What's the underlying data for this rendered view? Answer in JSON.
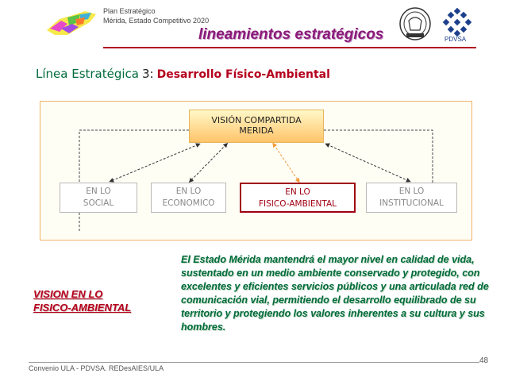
{
  "header": {
    "plan_line1": "Plan Estratégico",
    "plan_line2": "Mérida, Estado Competitivo 2020",
    "section_title": "lineamientos estratégicos",
    "pdvsa_label": "PDVSA"
  },
  "strategic_line": {
    "prefix": "Línea Estratégica",
    "number": "3:",
    "name": "Desarrollo Físico-Ambiental"
  },
  "diagram": {
    "vision_line1": "VISIÓN COMPARTIDA",
    "vision_line2": "MERIDA",
    "pillars": [
      {
        "line1": "EN LO",
        "line2": "SOCIAL"
      },
      {
        "line1": "EN LO",
        "line2": "ECONOMICO"
      },
      {
        "line1": "EN LO",
        "line2": "FISICO-AMBIENTAL"
      },
      {
        "line1": "EN LO",
        "line2": "INSTITUCIONAL"
      }
    ]
  },
  "vision": {
    "label_line1": "VISION EN LO",
    "label_line2": "FISICO-AMBIENTAL",
    "text": "El Estado Mérida mantendrá el mayor nivel en calidad de vida, sustentado en un medio ambiente conservado y protegido, con excelentes y eficientes servicios públicos  y una articulada red de comunicación  vial, permitiendo el desarrollo equilibrado de su territorio y protegiendo los valores inherentes a su cultura y sus hombres."
  },
  "footer": {
    "credit": "Convenio ULA - PDVSA.  REDesAIES/ULA",
    "page_number": "48"
  },
  "colors": {
    "title_purple": "#8b1a7a",
    "accent_red": "#b5001d",
    "text_green": "#006b3c",
    "pdvsa_blue": "#1c3f8c"
  }
}
